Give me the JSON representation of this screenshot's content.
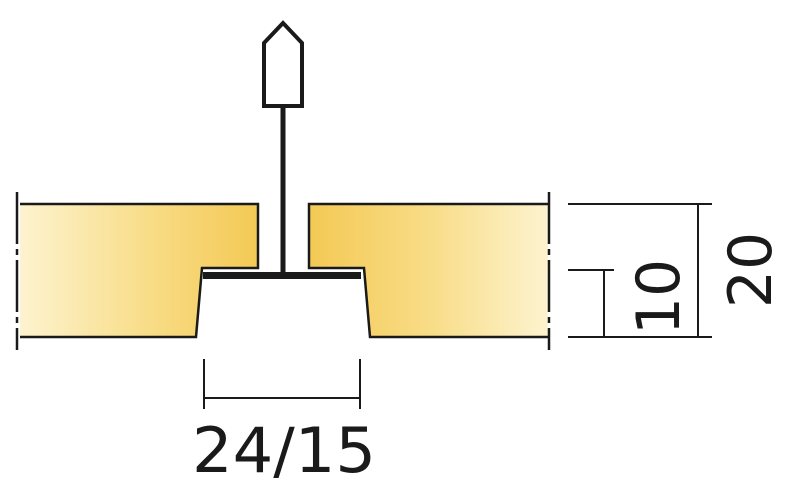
{
  "dimensions": {
    "width_label": "24/15",
    "lip_depth_label": "10",
    "panel_thickness_label": "20"
  },
  "colors": {
    "tile_edge": "#fbeec0",
    "tile_mid": "#f6d067",
    "line": "#1a1a1a",
    "background": "#ffffff"
  },
  "icons": {
    "hanger": "hanger-icon"
  }
}
